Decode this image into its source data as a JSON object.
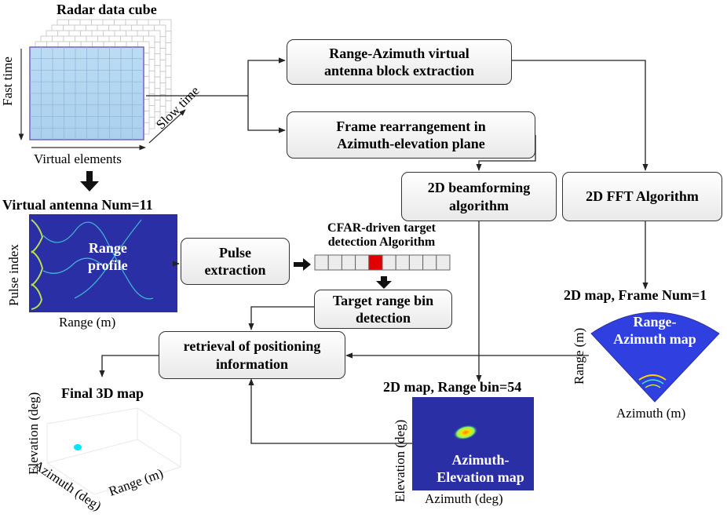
{
  "cube": {
    "title": "Radar data cube",
    "fast_time": "Fast time",
    "slow_time": "Slow time",
    "virtual_elements": "Virtual elements"
  },
  "range_profile": {
    "title": "Virtual antenna Num=11",
    "ylabel": "Pulse index",
    "xlabel": "Range (m)",
    "inner_label": "Range\nprofile"
  },
  "boxes": {
    "range_azimuth": "Range-Azimuth virtual\nantenna block extraction",
    "frame_rearrange": "Frame rearrangement in\nAzimuth-elevation plane",
    "beamforming": "2D beamforming\nalgorithm",
    "fft": "2D FFT Algorithm",
    "pulse": "Pulse\nextraction",
    "target_bin": "Target range bin\ndetection",
    "retrieval": "retrieval of positioning\ninformation"
  },
  "cfar": {
    "title": "CFAR-driven target\ndetection Algorithm",
    "cells": 10,
    "highlight_index": 4
  },
  "map_ra": {
    "title": "2D map, Frame Num=1",
    "ylabel": "Range (m)",
    "xlabel": "Azimuth (m)",
    "inner_label": "Range-\nAzimuth map"
  },
  "map_ae": {
    "title": "2D map, Range bin=54",
    "ylabel": "Elevation (deg)",
    "xlabel": "Azimuth (deg)",
    "inner_label": "Azimuth-\nElevation map"
  },
  "final": {
    "title": "Final 3D map",
    "elevation": "Elevation (deg)",
    "azimuth": "Azimuth (deg)",
    "range": "Range (m)"
  },
  "colors": {
    "map_bg": "#2b2fa6",
    "grid_blue": "#b9d9f0",
    "cube_border": "#7b68c8",
    "highlight": "#e00000",
    "arrow": "#222222",
    "dot": "#00e5ff"
  }
}
